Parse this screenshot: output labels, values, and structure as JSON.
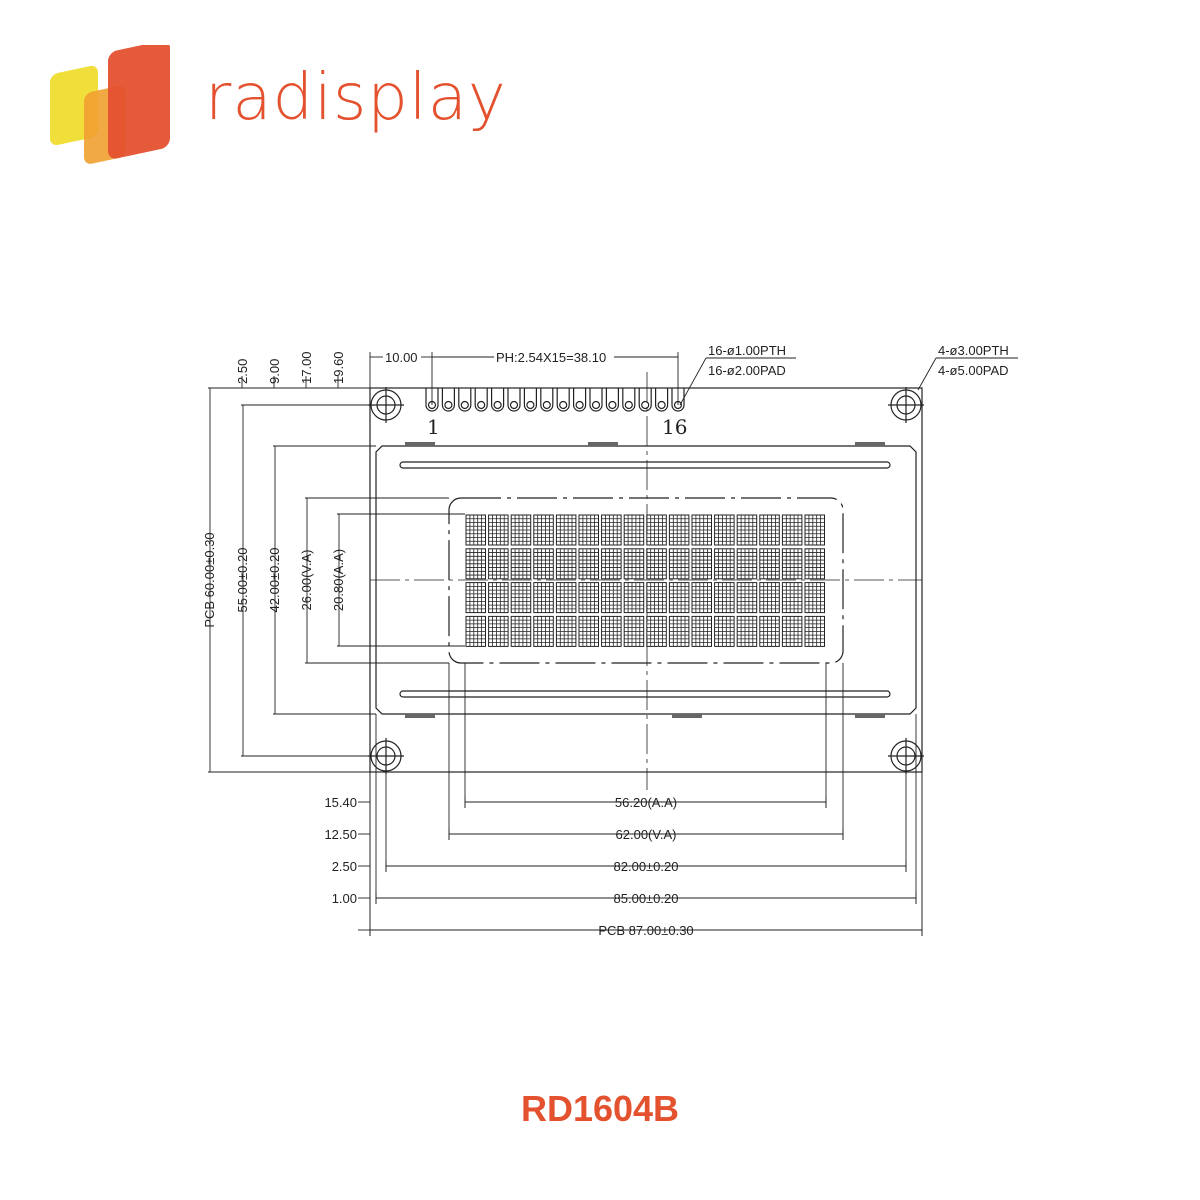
{
  "brand": {
    "name": "radisplay",
    "color": "#e4512f"
  },
  "model": "RD1604B",
  "drawing": {
    "top_offsets": [
      "2.50",
      "9.00",
      "17.00",
      "19.60"
    ],
    "pin_offset": "10.00",
    "pin_pitch": "PH:2.54X15=38.10",
    "pin_first": "1",
    "pin_last": "16",
    "pin_count": 16,
    "pin_note": [
      "16-ø1.00PTH",
      "16-ø2.00PAD"
    ],
    "hole_note": [
      "4-ø3.00PTH",
      "4-ø5.00PAD"
    ],
    "left_dims": [
      "PCB 60.00±0.30",
      "55.00±0.20",
      "42.00±0.20",
      "26.00(V.A)",
      "20.80(A.A)"
    ],
    "bottom_dims": [
      "56.20(A.A)",
      "62.00(V.A)",
      "82.00±0.20",
      "85.00±0.20",
      "PCB 87.00±0.30"
    ],
    "bottom_offsets": [
      "15.40",
      "12.50",
      "2.50",
      "1.00"
    ],
    "char_columns": 16,
    "char_rows": 4
  }
}
